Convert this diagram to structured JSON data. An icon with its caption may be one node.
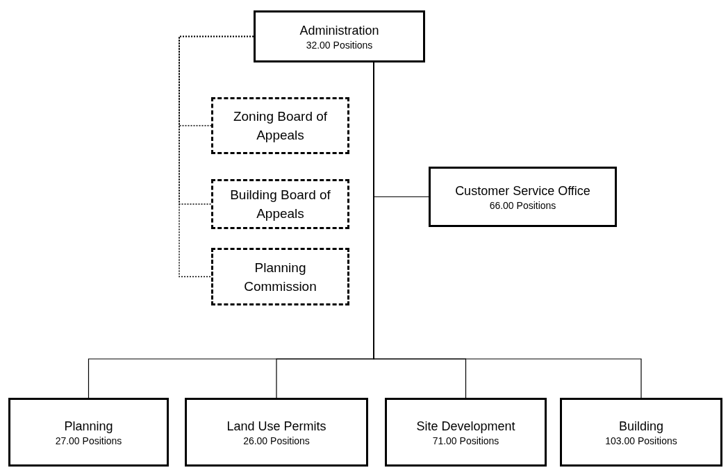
{
  "diagram": {
    "nodes": [
      {
        "text": [
          "Administration",
          "32.00 Positions"
        ]
      },
      {
        "text": [
          "Zoning Board of Appeals"
        ]
      },
      {
        "text": [
          "Building Board of Appeals"
        ]
      },
      {
        "text": [
          "Planning Commission"
        ]
      },
      {
        "text": [
          "Customer Service Office",
          "66.00 Positions"
        ]
      },
      {
        "text": [
          "Planning",
          "27.00 Positions"
        ]
      },
      {
        "text": [
          "Land Use Permits",
          "26.00 Positions"
        ]
      },
      {
        "text": [
          "Site Development",
          "71.00 Positions"
        ]
      },
      {
        "text": [
          "Building",
          "103.00 Positions"
        ]
      }
    ],
    "edges": [
      {
        "from": 0,
        "to": 1,
        "arrow": "none",
        "style": "dashed"
      },
      {
        "from": 0,
        "to": 2,
        "arrow": "none",
        "style": "dashed"
      },
      {
        "from": 0,
        "to": 3,
        "arrow": "none",
        "style": "dashed"
      },
      {
        "from": 0,
        "to": 4,
        "arrow": "none"
      },
      {
        "from": 0,
        "to": 5,
        "arrow": "none"
      },
      {
        "from": 0,
        "to": 6,
        "arrow": "none"
      },
      {
        "from": 0,
        "to": 7,
        "arrow": "none"
      },
      {
        "from": 0,
        "to": 8,
        "arrow": "none"
      }
    ]
  }
}
